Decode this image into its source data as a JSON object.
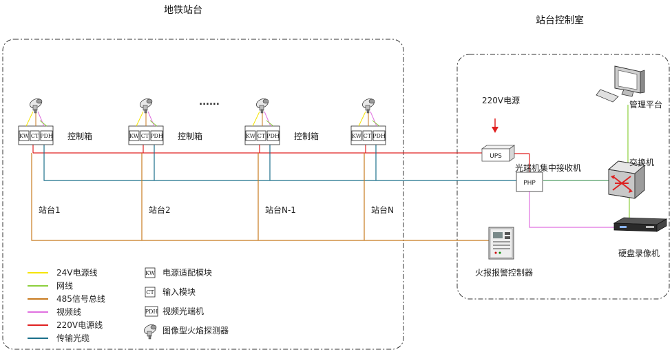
{
  "titles": {
    "station": "地铁站台",
    "control_room": "站台控制室"
  },
  "stations": [
    {
      "box_label": "控制箱",
      "name": "站台1"
    },
    {
      "box_label": "控制箱",
      "name": "站台2"
    },
    {
      "box_label": "控制箱",
      "name": "站台N-1"
    },
    {
      "box_label": "",
      "name": "站台N"
    }
  ],
  "ellipsis": "......",
  "module_codes": {
    "kw": "KW",
    "ct": "CT",
    "pdh": "PDH"
  },
  "control_room": {
    "power_label": "220V电源",
    "ups_label": "UPS",
    "receiver_label": "光端机集中接收机",
    "php_label": "PHP",
    "switch_label": "交换机",
    "mgmt_label": "管理平台",
    "dvr_label": "硬盘录像机",
    "fire_panel_label": "火报报警控制器"
  },
  "legend_lines": [
    {
      "label": "24V电源线",
      "color": "#f5e400"
    },
    {
      "label": "网线",
      "color": "#8ccf3c"
    },
    {
      "label": "485信号总线",
      "color": "#c87a1e"
    },
    {
      "label": "视频线",
      "color": "#e070e0"
    },
    {
      "label": "220V电源线",
      "color": "#e02020"
    },
    {
      "label": "传输光缆",
      "color": "#1a6f8a"
    }
  ],
  "legend_icons": [
    {
      "icon": "power-adapter-module-icon",
      "code": "KW",
      "label": "电源适配模块"
    },
    {
      "icon": "input-module-icon",
      "code": "CT",
      "label": "输入模块"
    },
    {
      "icon": "video-optical-transceiver-icon",
      "code": "PDH",
      "label": "视频光端机"
    },
    {
      "icon": "flame-detector-icon",
      "code": "",
      "label": "图像型火焰探测器"
    }
  ],
  "colors": {
    "power24": "#f5e400",
    "network": "#8ccf3c",
    "bus485": "#c87a1e",
    "video": "#e070e0",
    "power220": "#e02020",
    "fiber": "#1a6f8a"
  }
}
